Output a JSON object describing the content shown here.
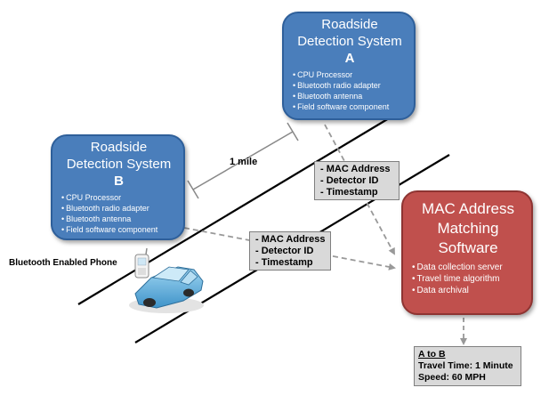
{
  "system_a": {
    "title_line1": "Roadside",
    "title_line2": "Detection System",
    "title_letter": "A",
    "items": [
      "CPU Processor",
      "Bluetooth radio adapter",
      "Bluetooth antenna",
      "Field software component"
    ]
  },
  "system_b": {
    "title_line1": "Roadside",
    "title_line2": "Detection System",
    "title_letter": "B",
    "items": [
      "CPU Processor",
      "Bluetooth  radio adapter",
      "Bluetooth antenna",
      "Field software component"
    ]
  },
  "matching": {
    "title_line1": "MAC Address",
    "title_line2": "Matching",
    "title_line3": "Software",
    "items": [
      "Data collection server",
      "Travel time algorithm",
      "Data archival"
    ]
  },
  "data_label_1": [
    "- MAC Address",
    "- Detector ID",
    "- Timestamp"
  ],
  "data_label_2": [
    "- MAC Address",
    "- Detector ID",
    "- Timestamp"
  ],
  "distance_label": "1 mile",
  "phone_label": "Bluetooth Enabled Phone",
  "result": {
    "title": "A to B",
    "travel_time": "Travel Time: 1 Minute",
    "speed": "Speed: 60 MPH"
  },
  "colors": {
    "detection_box": "#4a7ebb",
    "matching_box": "#c0504d",
    "label_box": "#d9d9d9",
    "arrow": "#999999"
  }
}
